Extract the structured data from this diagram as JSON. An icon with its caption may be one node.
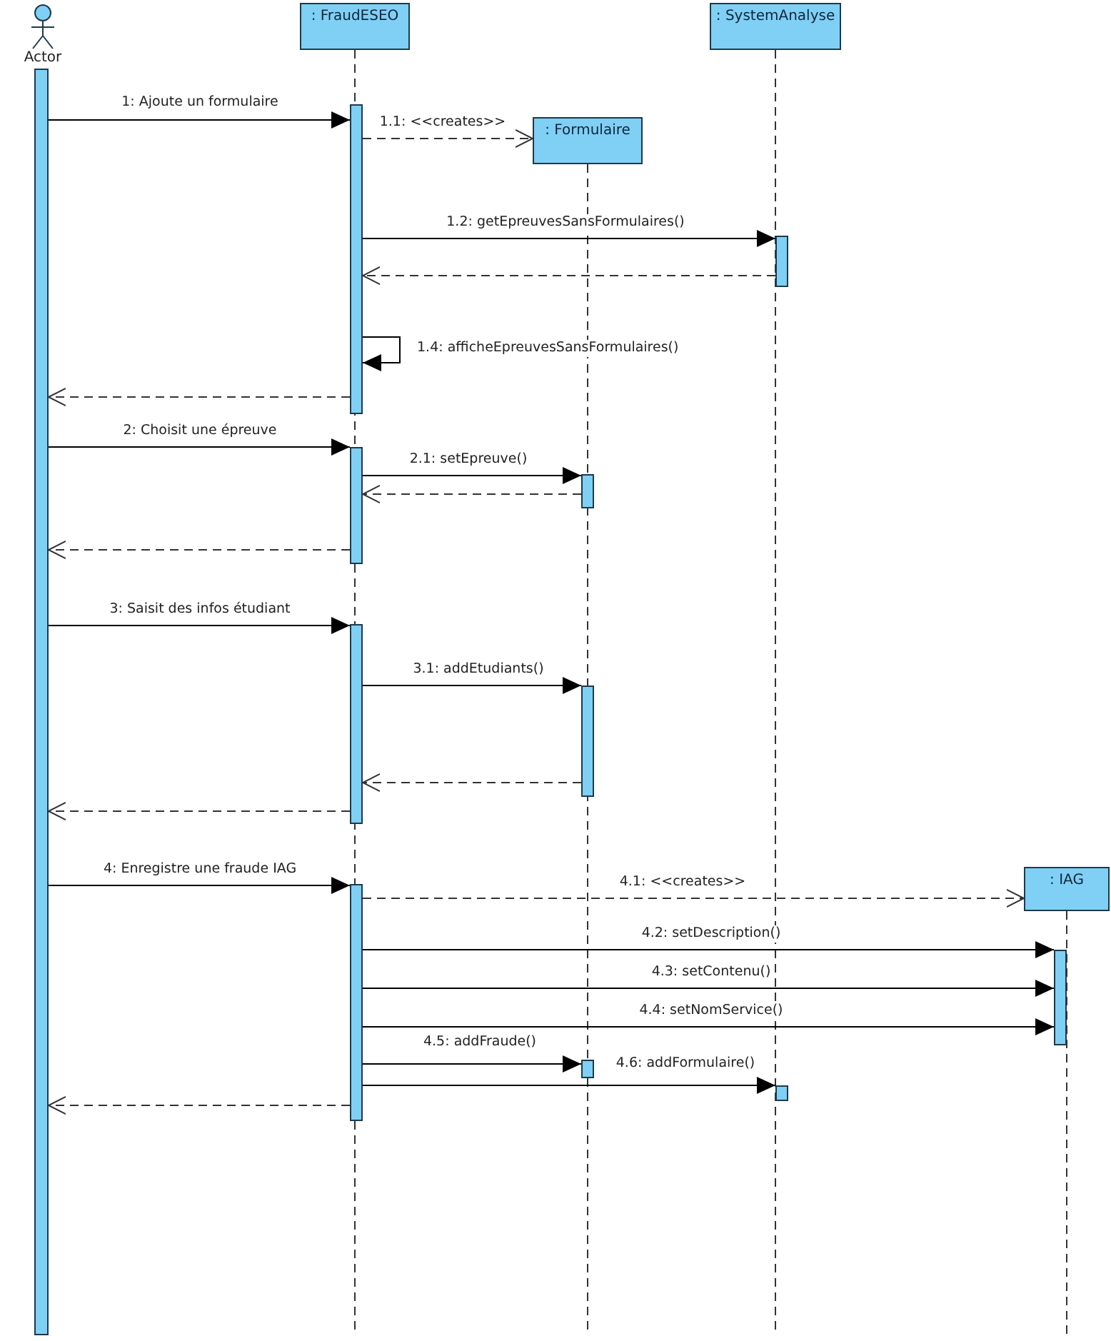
{
  "diagram": {
    "nodes": [
      {
        "text": [
          "Actor"
        ]
      },
      {
        "text": [
          ": FraudESEO"
        ]
      },
      {
        "text": [
          ": Formulaire"
        ]
      },
      {
        "text": [
          ": SystemAnalyse"
        ]
      },
      {
        "text": [
          ": IAG"
        ]
      },
      {
        "text": [],
        "shape": "bar"
      },
      {
        "text": [],
        "shape": "bar"
      },
      {
        "text": [],
        "shape": "bar"
      },
      {
        "text": [],
        "shape": "bar"
      },
      {
        "text": [],
        "shape": "bar"
      },
      {
        "text": [],
        "shape": "bar"
      },
      {
        "text": [],
        "shape": "bar"
      },
      {
        "text": [],
        "shape": "bar"
      },
      {
        "text": [],
        "shape": "bar"
      },
      {
        "text": [],
        "shape": "bar"
      },
      {
        "text": [],
        "shape": "bar"
      }
    ],
    "edges": [
      {
        "from": 5,
        "to": 6,
        "arrow": "to",
        "label": "1: Ajoute un formulaire"
      },
      {
        "from": 6,
        "to": 2,
        "arrow": "to",
        "label": "1.1: <<creates>>",
        "style": "dashed"
      },
      {
        "from": 6,
        "to": 7,
        "arrow": "to",
        "label": "1.2: getEpreuvesSansFormulaires()"
      },
      {
        "from": 7,
        "to": 6,
        "arrow": "to",
        "style": "dashed"
      },
      {
        "from": 6,
        "to": 6,
        "arrow": "to",
        "label": "1.4: afficheEpreuvesSansFormulaires()"
      },
      {
        "from": 6,
        "to": 5,
        "arrow": "to",
        "style": "dashed"
      },
      {
        "from": 5,
        "to": 8,
        "arrow": "to",
        "label": "2: Choisit une épreuve"
      },
      {
        "from": 8,
        "to": 9,
        "arrow": "to",
        "label": "2.1: setEpreuve()"
      },
      {
        "from": 9,
        "to": 8,
        "arrow": "to",
        "style": "dashed"
      },
      {
        "from": 8,
        "to": 5,
        "arrow": "to",
        "style": "dashed"
      },
      {
        "from": 5,
        "to": 10,
        "arrow": "to",
        "label": "3: Saisit des infos étudiant"
      },
      {
        "from": 10,
        "to": 11,
        "arrow": "to",
        "label": "3.1: addEtudiants()"
      },
      {
        "from": 11,
        "to": 10,
        "arrow": "to",
        "style": "dashed"
      },
      {
        "from": 10,
        "to": 5,
        "arrow": "to",
        "style": "dashed"
      },
      {
        "from": 5,
        "to": 12,
        "arrow": "to",
        "label": "4: Enregistre une fraude IAG"
      },
      {
        "from": 12,
        "to": 4,
        "arrow": "to",
        "label": "4.1: <<creates>>",
        "style": "dashed"
      },
      {
        "from": 12,
        "to": 13,
        "arrow": "to",
        "label": "4.2: setDescription()"
      },
      {
        "from": 12,
        "to": 13,
        "arrow": "to",
        "label": "4.3: setContenu()"
      },
      {
        "from": 12,
        "to": 13,
        "arrow": "to",
        "label": "4.4: setNomService()"
      },
      {
        "from": 12,
        "to": 14,
        "arrow": "to",
        "label": "4.5: addFraude()"
      },
      {
        "from": 12,
        "to": 15,
        "arrow": "to",
        "label": "4.6: addFormulaire()"
      },
      {
        "from": 12,
        "to": 5,
        "arrow": "to",
        "style": "dashed"
      }
    ]
  }
}
